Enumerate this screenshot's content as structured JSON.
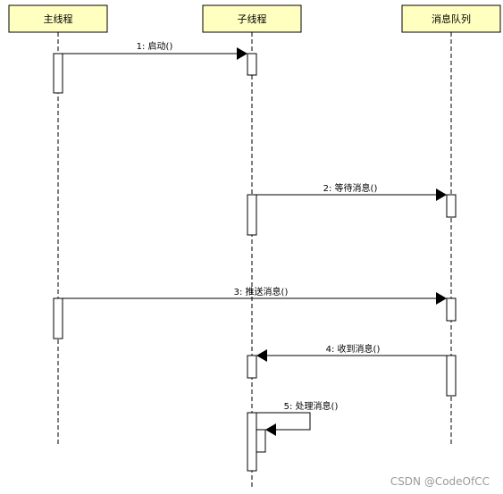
{
  "lifelines": [
    {
      "label": "主线程"
    },
    {
      "label": "子线程"
    },
    {
      "label": "消息队列"
    }
  ],
  "messages": [
    {
      "label": "1: 启动()"
    },
    {
      "label": "2: 等待消息()"
    },
    {
      "label": "3: 推送消息()"
    },
    {
      "label": "4: 收到消息()"
    },
    {
      "label": "5: 处理消息()"
    }
  ],
  "watermark": "CSDN @CodeOfCC",
  "colors": {
    "header_fill": "#ffffc0",
    "line": "#000000",
    "watermark": "#9a9a9a"
  }
}
